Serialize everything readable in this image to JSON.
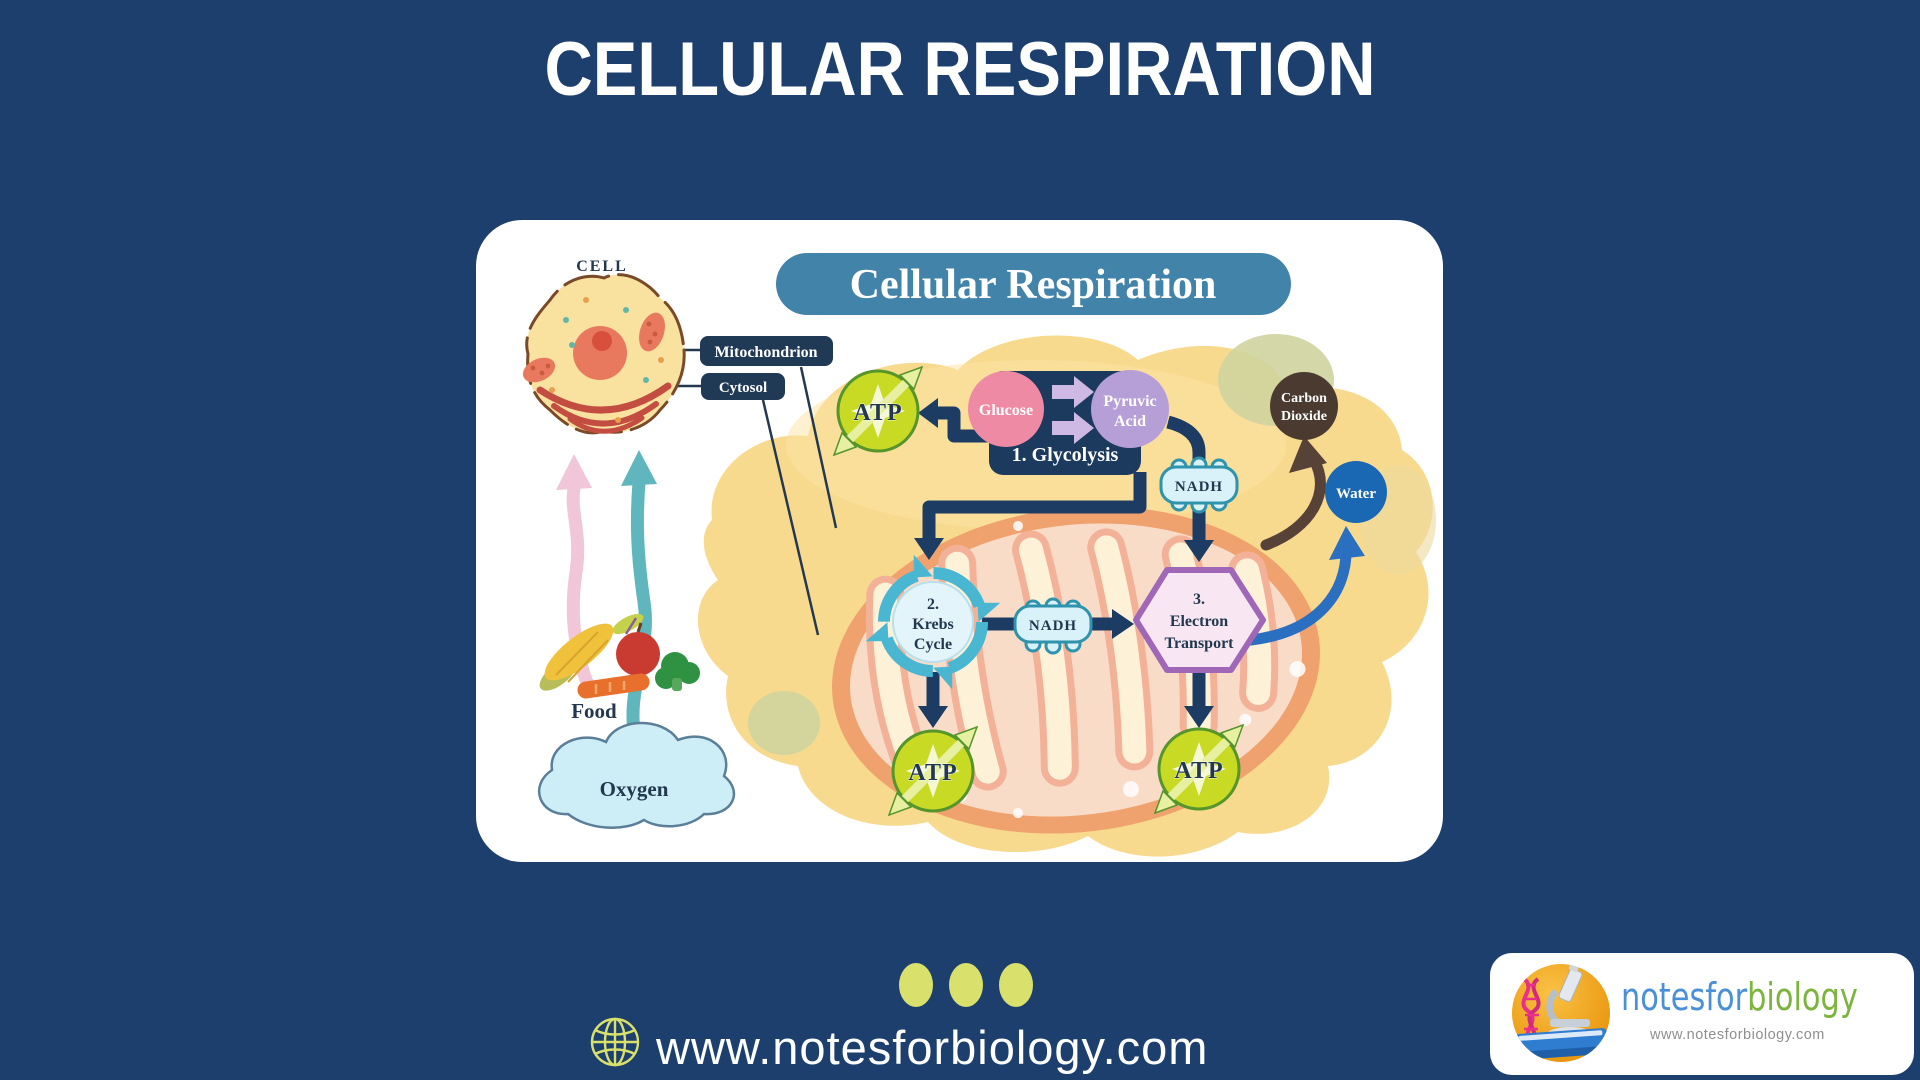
{
  "page": {
    "title": "CELLULAR RESPIRATION"
  },
  "diagram": {
    "banner_title": "Cellular Respiration",
    "cell_label": "CELL",
    "callout_mitochondrion": "Mitochondrion",
    "callout_cytosol": "Cytosol",
    "food_label": "Food",
    "oxygen_label": "Oxygen",
    "atp_label": "ATP",
    "glucose_label": "Glucose",
    "pyruvic_lines": [
      "Pyruvic",
      "Acid"
    ],
    "glycolysis_label": "1. Glycolysis",
    "nadh_label": "NADH",
    "krebs_lines": [
      "2.",
      "Krebs",
      "Cycle"
    ],
    "electron_lines": [
      "3.",
      "Electron",
      "Transport"
    ],
    "co2_lines": [
      "Carbon",
      "Dioxide"
    ],
    "water_label": "Water"
  },
  "footer": {
    "website": "www.notesforbiology.com"
  },
  "logo": {
    "name_blue": "notesfor",
    "name_green": "biology",
    "url": "www.notesforbiology.com"
  },
  "colors": {
    "background_navy": "#1d3f6d",
    "banner_blue": "#4283aa",
    "node_navy": "#1c3c63",
    "accent_dots": "#d9e06b",
    "atp_green": "#c9da25",
    "glucose_pink": "#ef8aa4",
    "pyruvic_purple": "#b69ed6",
    "nadh_cyan": "#d9f1f8",
    "krebs_teal": "#49b7d2",
    "hexagon_purple": "#a066b8",
    "co2_brown": "#4b3a30",
    "water_blue": "#1a67b3",
    "cell_blob_yellow": "#f8da8e",
    "mitochondrion_orange": "#efa26e",
    "logo_blue": "#4a90d9",
    "logo_green": "#7cb43e"
  }
}
